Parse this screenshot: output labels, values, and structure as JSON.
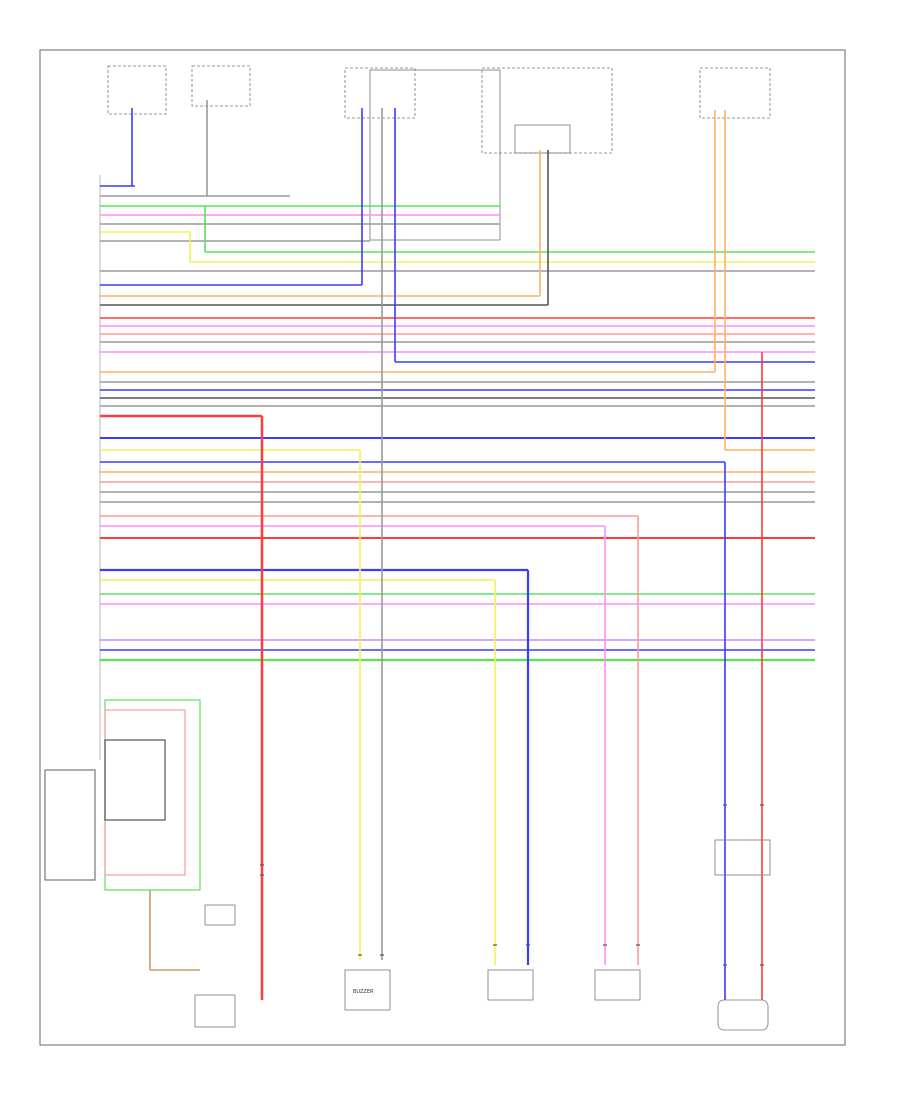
{
  "diagram": {
    "footer_code": "",
    "wire_colors": {
      "blue": "#3b3bff",
      "red": "#ff3b3b",
      "green": "#5be05b",
      "yellow": "#f2f25a",
      "orange": "#ffb060",
      "pink": "#ff8cff",
      "violet": "#c78cff",
      "gray": "#9a9a9a",
      "black": "#555555",
      "tan": "#c8a060",
      "light_red": "#ff9a9a"
    },
    "components": [
      {
        "id": "c1",
        "name": "component-top-1"
      },
      {
        "id": "c2",
        "name": "component-top-2"
      },
      {
        "id": "c3",
        "name": "component-top-3"
      },
      {
        "id": "c4",
        "name": "component-top-4"
      },
      {
        "id": "c5",
        "name": "component-top-5"
      },
      {
        "id": "c6",
        "name": "component-top-6"
      },
      {
        "id": "c7",
        "name": "control-module-lower-left"
      },
      {
        "id": "c8",
        "name": "sensor-bottom-1"
      },
      {
        "id": "c9",
        "name": "sensor-bottom-2"
      },
      {
        "id": "c10",
        "name": "sensor-bottom-3"
      },
      {
        "id": "c11",
        "name": "sensor-bottom-4"
      },
      {
        "id": "c12",
        "name": "sensor-bottom-5"
      },
      {
        "id": "c13",
        "name": "connector-right"
      }
    ],
    "buzzer_label": "BUZZER"
  }
}
